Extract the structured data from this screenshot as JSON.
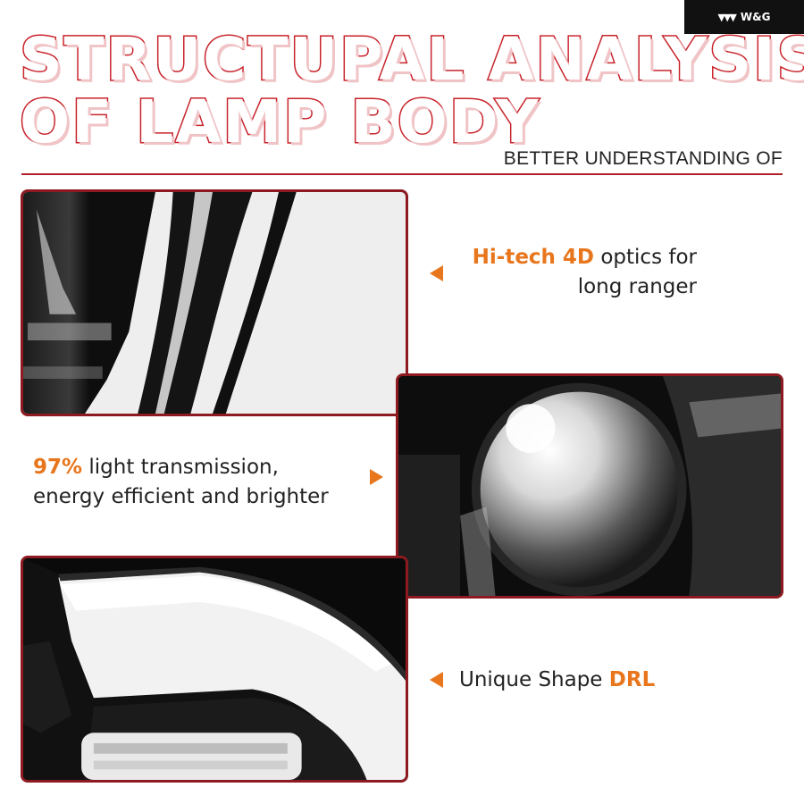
{
  "brand": {
    "name": "W&G",
    "icon": "wg-wings-logo"
  },
  "title": {
    "line1": "STRUCTUPAL ANALYSIS",
    "line2": "OF LAMP BODY"
  },
  "subtitle": "BETTER UNDERSTANDING OF",
  "colors": {
    "title_outline": "#c8232b",
    "accent": "#e8761c",
    "panel_border": "#8c1a20",
    "divider": "#b0202a"
  },
  "features": [
    {
      "highlight": "Hi-tech 4D",
      "text_after": " optics for",
      "line2": "long ranger",
      "arrow": "left-arrow-icon"
    },
    {
      "highlight": "97%",
      "text_after": " light transmission,",
      "line2": "energy efficient and brighter",
      "arrow": "right-arrow-icon"
    },
    {
      "text_before": "Unique Shape ",
      "highlight": "DRL",
      "arrow": "left-arrow-icon"
    }
  ],
  "images": [
    {
      "subject": "headlamp lens detail"
    },
    {
      "subject": "projector lens lit"
    },
    {
      "subject": "DRL light guide"
    }
  ]
}
